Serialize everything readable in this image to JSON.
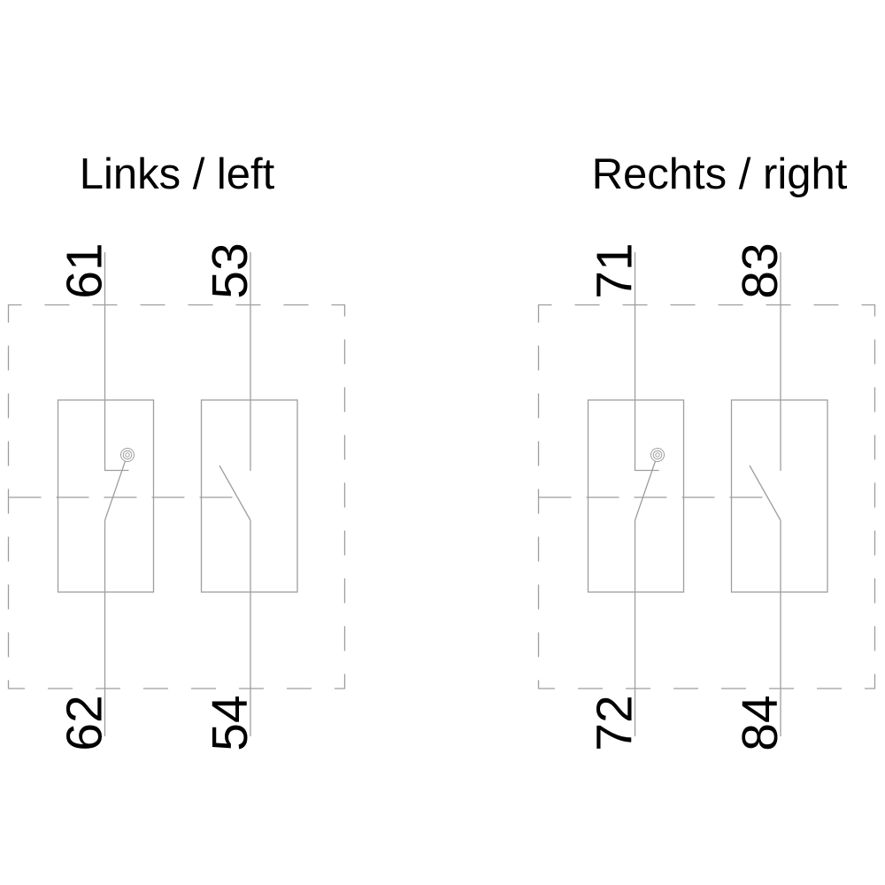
{
  "diagrams": [
    {
      "title": "Links / left",
      "terminals": {
        "top_left": "61",
        "top_right": "53",
        "bottom_left": "62",
        "bottom_right": "54"
      }
    },
    {
      "title": "Rechts / right",
      "terminals": {
        "top_left": "71",
        "top_right": "83",
        "bottom_left": "72",
        "bottom_right": "84"
      }
    }
  ],
  "colors": {
    "line": "#9e9e9e",
    "text": "#000000",
    "background": "#ffffff"
  }
}
